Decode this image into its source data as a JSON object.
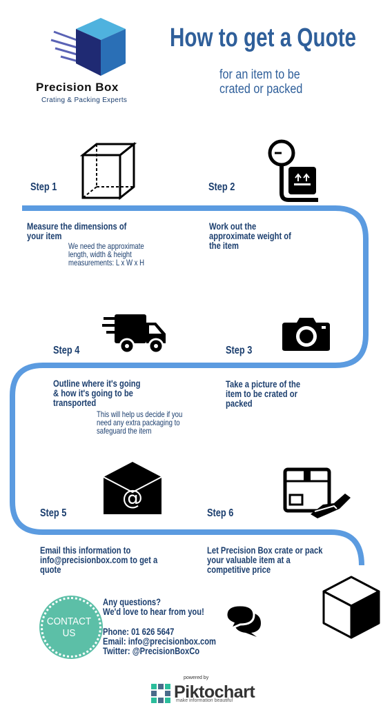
{
  "header": {
    "title": "How to get a Quote",
    "subtitle": "for an item to be\ncrated or packed",
    "brand_name": "Precision Box",
    "brand_tagline": "Crating & Packing Experts"
  },
  "steps": [
    {
      "label": "Step 1",
      "text": "Measure the dimensions of\nyour item",
      "note": "We need the approximate\nlength, width & height\nmeasurements: L x W x H",
      "icon": "cube-dimensions-icon"
    },
    {
      "label": "Step 2",
      "text": "Work out the\napproximate weight of\nthe item",
      "note": "",
      "icon": "scale-weight-icon"
    },
    {
      "label": "Step 3",
      "text": "Take a picture of the\nitem to be crated or\npacked",
      "note": "",
      "icon": "camera-icon"
    },
    {
      "label": "Step 4",
      "text": "Outline where it's going\n& how it's going to be\ntransported",
      "note": "This will help us decide if you\nneed any extra packaging to\nsafeguard the item",
      "icon": "delivery-truck-icon"
    },
    {
      "label": "Step 5",
      "text": "Email this information to\ninfo@precisionbox.com to get a\nquote",
      "note": "",
      "icon": "email-envelope-icon"
    },
    {
      "label": "Step 6",
      "text": "Let Precision Box crate or pack\nyour valuable item at a\ncompetitive price",
      "note": "",
      "icon": "crate-handover-icon"
    }
  ],
  "contact": {
    "badge": "CONTACT\nUS",
    "text": "Any questions?\nWe'd love to hear from you!",
    "details": "Phone: 01 626 5647\nEmail: info@precisionbox.com\nTwitter: @PrecisionBoxCo"
  },
  "footer": {
    "powered_by": "powered by",
    "piktochart": "Piktochart",
    "tagline": "make information beautiful"
  },
  "colors": {
    "path": "#5b9be0",
    "navy": "#1b3e6e",
    "title_blue": "#2f5f9a",
    "contact_green": "#5cbfa7"
  }
}
